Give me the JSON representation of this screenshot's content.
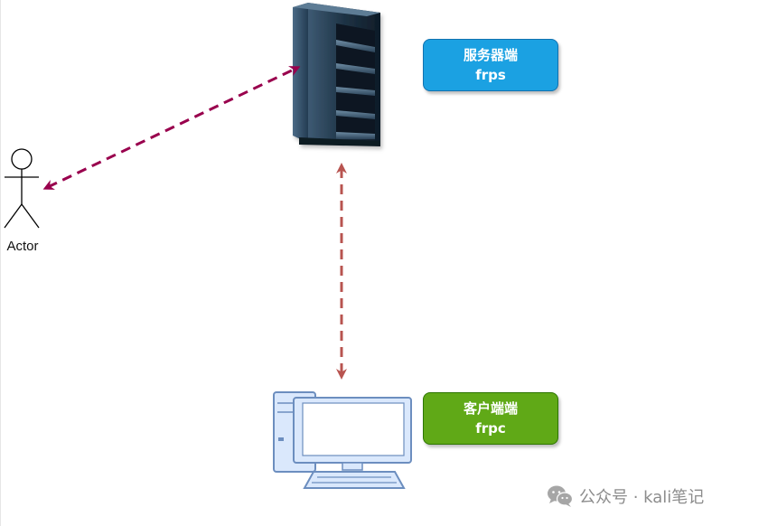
{
  "server": {
    "title": "服务器端",
    "subtitle": "frps",
    "color": "#1ba1e2"
  },
  "client": {
    "title": "客户端端",
    "subtitle": "frpc",
    "color": "#60a917"
  },
  "actor": {
    "label": "Actor"
  },
  "watermark": {
    "text": "公众号 · kali笔记",
    "icon": "wechat-icon"
  },
  "connectors": {
    "actor_server_color": "#99004d",
    "server_client_color": "#b85450"
  }
}
